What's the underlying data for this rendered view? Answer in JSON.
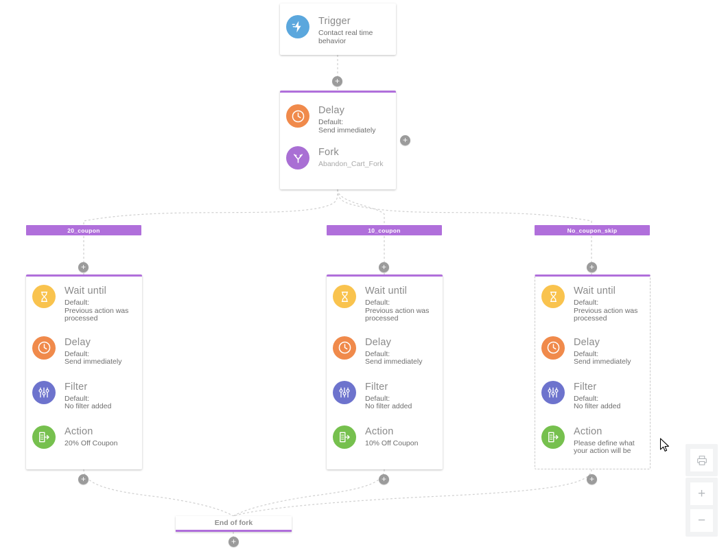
{
  "workflow": {
    "trigger_node": {
      "rows": [
        {
          "icon": "lightning-bolt-icon",
          "title": "Trigger",
          "sub": "Contact real time behavior"
        }
      ]
    },
    "delay_fork_node": {
      "rows": [
        {
          "icon": "clock-icon",
          "title": "Delay",
          "sub": "Default:\nSend immediately"
        },
        {
          "icon": "fork-icon",
          "title": "Fork",
          "sub": "Abandon_Cart_Fork"
        }
      ]
    },
    "branches": [
      {
        "label": "20_coupon",
        "state": "complete",
        "rows": [
          {
            "icon": "hourglass-icon",
            "title": "Wait until",
            "sub": "Default:\nPrevious action was processed"
          },
          {
            "icon": "clock-icon",
            "title": "Delay",
            "sub": "Default:\nSend immediately"
          },
          {
            "icon": "filter-icon",
            "title": "Filter",
            "sub": "Default:\nNo filter added"
          },
          {
            "icon": "action-icon",
            "title": "Action",
            "sub": "20% Off Coupon"
          }
        ]
      },
      {
        "label": "10_coupon",
        "state": "complete",
        "rows": [
          {
            "icon": "hourglass-icon",
            "title": "Wait until",
            "sub": "Default:\nPrevious action was processed"
          },
          {
            "icon": "clock-icon",
            "title": "Delay",
            "sub": "Default:\nSend immediately"
          },
          {
            "icon": "filter-icon",
            "title": "Filter",
            "sub": "Default:\nNo filter added"
          },
          {
            "icon": "action-icon",
            "title": "Action",
            "sub": "10% Off Coupon"
          }
        ]
      },
      {
        "label": "No_coupon_skip",
        "state": "incomplete",
        "rows": [
          {
            "icon": "hourglass-icon",
            "title": "Wait until",
            "sub": "Default:\nPrevious action was processed"
          },
          {
            "icon": "clock-icon",
            "title": "Delay",
            "sub": "Default:\nSend immediately"
          },
          {
            "icon": "filter-icon",
            "title": "Filter",
            "sub": "Default:\nNo filter added"
          },
          {
            "icon": "action-icon",
            "title": "Action",
            "sub": "Please define what your action will be"
          }
        ]
      }
    ],
    "end_of_fork": {
      "label": "End of fork"
    }
  },
  "controls": {
    "print": {
      "icon": "printer-icon",
      "label": ""
    },
    "zoom_in": {
      "icon": "plus-icon",
      "label": "+"
    },
    "zoom_out": {
      "icon": "minus-icon",
      "label": "−"
    }
  },
  "add_buttons": {
    "label": "+"
  },
  "colors": {
    "accent_purple": "#b06fdb",
    "trigger_blue": "#5ba7dd",
    "delay_orange": "#f08a4b",
    "fork_purple": "#a96fd4",
    "wait_yellow": "#f9c34e",
    "filter_indigo": "#6d73cd",
    "action_green": "#76c04e",
    "connector_gray": "#c8c8c8",
    "plus_gray": "#9b9b9b"
  }
}
